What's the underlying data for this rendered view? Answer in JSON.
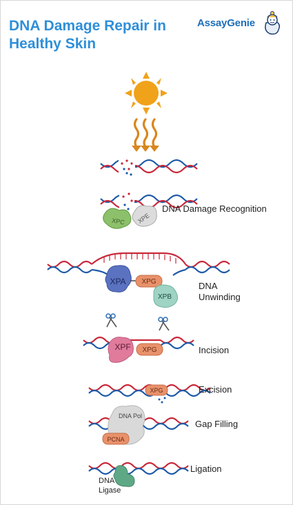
{
  "header": {
    "title_line1": "DNA Damage Repair in",
    "title_line2": "Healthy Skin",
    "brand_part1": "Assay",
    "brand_part2": "Genie"
  },
  "colors": {
    "title": "#2f8fd8",
    "dna_blue": "#1d5aa8",
    "dna_red": "#c8283a",
    "sun": "#f0a21a",
    "uv_rays": "#d9871f"
  },
  "proteins": {
    "xpc": "XPC",
    "xpe": "XPE",
    "xpa": "XPA",
    "xpg": "XPG",
    "xpb": "XPB",
    "xpf": "XPF",
    "dna_pol": "DNA Pol",
    "pcna": "PCNA"
  },
  "steps": {
    "recognition": "DNA Damage Recognition",
    "unwinding_line1": "DNA",
    "unwinding_line2": "Unwinding",
    "incision": "Incision",
    "excision": "Excision",
    "gap_filling": "Gap Filling",
    "ligation": "Ligation",
    "ligase_line1": "DNA",
    "ligase_line2": "Ligase"
  },
  "icons": [
    "sun-icon",
    "uv-rays-icon",
    "scissors-icon",
    "dna-helix-icon",
    "assaygenie-logo-icon"
  ]
}
